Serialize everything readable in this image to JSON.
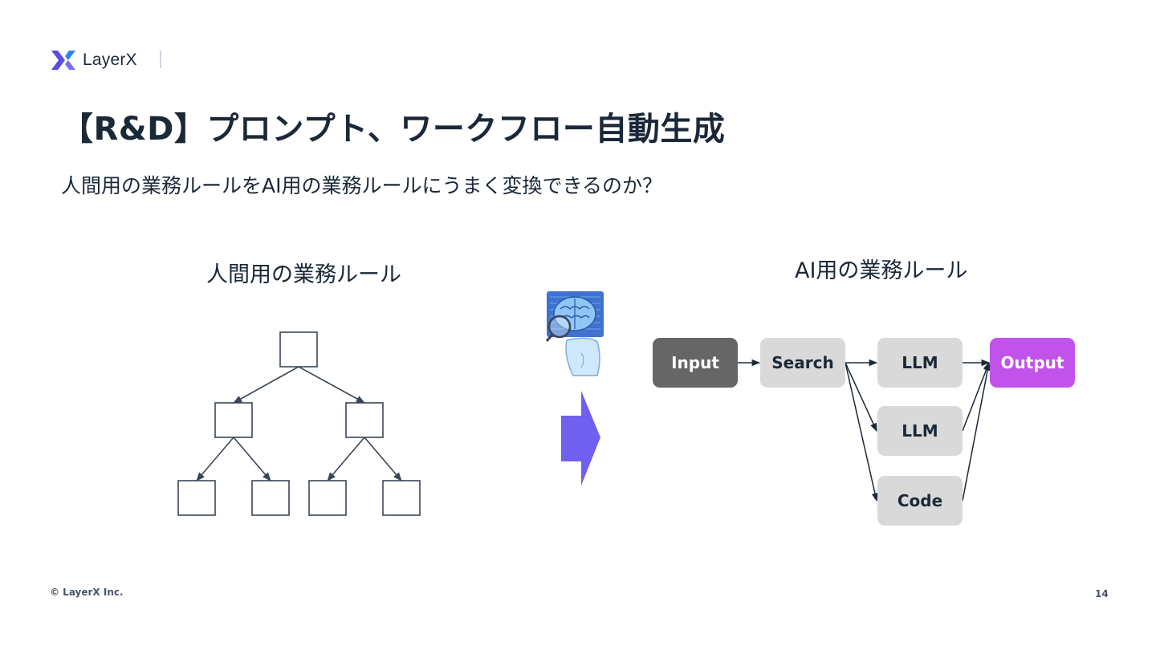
{
  "brand": {
    "name": "LayerX",
    "colors": {
      "logo": "#5b4ae6",
      "text": "#1b2838"
    }
  },
  "title": "【R&D】プロンプト、ワークフロー自動生成",
  "subtitle": "人間用の業務ルールをAI用の業務ルールにうまく変換できるのか？",
  "left_panel": {
    "caption": "人間用の業務ルール"
  },
  "middle": {
    "illustration_icon": "ai-brain-robot-icon",
    "arrow_icon": "right-arrow-icon",
    "arrow_color": "#7060f0"
  },
  "right_panel": {
    "caption": "AI用の業務ルール",
    "nodes": [
      {
        "id": "input",
        "label": "Input",
        "color": "#666666",
        "text_color": "#ffffff"
      },
      {
        "id": "search",
        "label": "Search",
        "color": "#d9d9d9",
        "text_color": "#1b2838"
      },
      {
        "id": "llm1",
        "label": "LLM",
        "color": "#d9d9d9",
        "text_color": "#1b2838"
      },
      {
        "id": "llm2",
        "label": "LLM",
        "color": "#d9d9d9",
        "text_color": "#1b2838"
      },
      {
        "id": "code",
        "label": "Code",
        "color": "#d9d9d9",
        "text_color": "#1b2838"
      },
      {
        "id": "output",
        "label": "Output",
        "color": "#c253ea",
        "text_color": "#ffffff"
      }
    ],
    "edges": [
      [
        "input",
        "search"
      ],
      [
        "search",
        "llm1"
      ],
      [
        "search",
        "llm2"
      ],
      [
        "search",
        "code"
      ],
      [
        "llm1",
        "output"
      ],
      [
        "llm2",
        "output"
      ],
      [
        "code",
        "output"
      ]
    ]
  },
  "footer": {
    "copyright": "© LayerX Inc.",
    "page_number": "14"
  }
}
